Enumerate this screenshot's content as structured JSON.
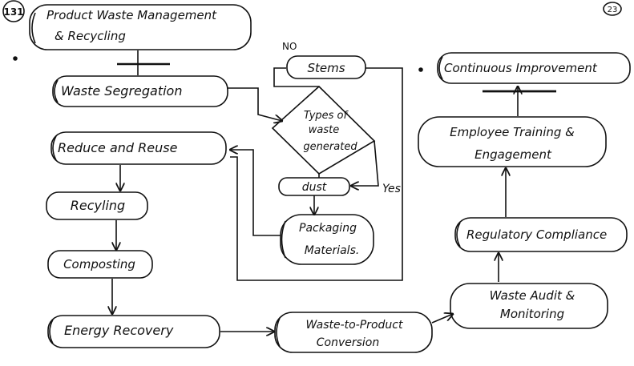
{
  "page_number": "131",
  "page_badge": "23",
  "colors": {
    "ink": "#111111",
    "paper": "#ffffff"
  },
  "nodes": {
    "title": {
      "line1": "Product Waste Management",
      "line2": "& Recycling"
    },
    "waste_segregation": "Waste Segregation",
    "stems": "Stems",
    "types_line1": "Types of",
    "types_line2": "waste",
    "types_line3": "generated",
    "dust": "dust",
    "packaging_line1": "Packaging",
    "packaging_line2": "Materials.",
    "reduce_reuse": "Reduce and Reuse",
    "recycling": "Recyling",
    "composting": "Composting",
    "energy_recovery": "Energy Recovery",
    "wtp_line1": "Waste-to-Product",
    "wtp_line2": "Conversion",
    "audit_line1": "Waste Audit &",
    "audit_line2": "Monitoring",
    "regulatory": "Regulatory Compliance",
    "training_line1": "Employee Training &",
    "training_line2": "Engagement",
    "continuous": "Continuous Improvement"
  },
  "edge_labels": {
    "no": "NO",
    "yes": "Yes"
  }
}
